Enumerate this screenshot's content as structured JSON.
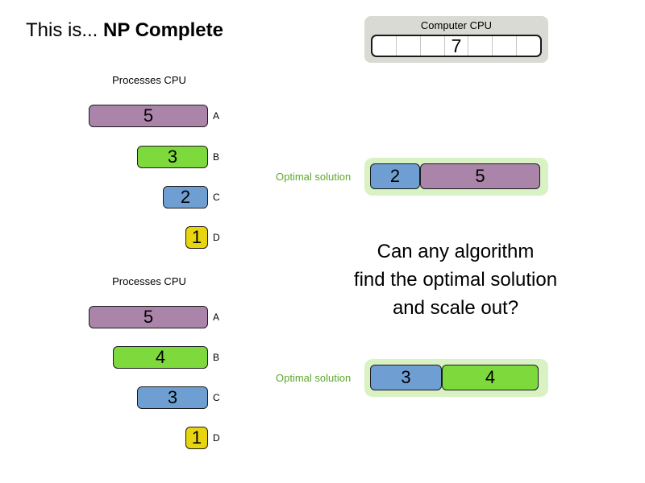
{
  "title": {
    "prefix": "This is... ",
    "emphasis": "NP Complete"
  },
  "computer_cpu": {
    "label": "Computer CPU",
    "capacity_cells": 7,
    "value": "7",
    "value_cell_index": 3
  },
  "process_sets": [
    {
      "label": "Processes CPU",
      "processes": [
        {
          "id": "A",
          "value": "5",
          "units": 5,
          "color": "#ab84a9"
        },
        {
          "id": "B",
          "value": "3",
          "units": 3,
          "color": "#7eda3c"
        },
        {
          "id": "C",
          "value": "2",
          "units": 2,
          "color": "#6f9fd2"
        },
        {
          "id": "D",
          "value": "1",
          "units": 1,
          "color": "#e8d40f"
        }
      ]
    },
    {
      "label": "Processes CPU",
      "processes": [
        {
          "id": "A",
          "value": "5",
          "units": 5,
          "color": "#ab84a9"
        },
        {
          "id": "B",
          "value": "4",
          "units": 4,
          "color": "#7eda3c"
        },
        {
          "id": "C",
          "value": "3",
          "units": 3,
          "color": "#6f9fd2"
        },
        {
          "id": "D",
          "value": "1",
          "units": 1,
          "color": "#e8d40f"
        }
      ]
    }
  ],
  "optimal_solutions": [
    {
      "label": "Optimal solution",
      "segments": [
        {
          "value": "2",
          "units": 2,
          "color": "#6f9fd2"
        },
        {
          "value": "5",
          "units": 5,
          "color": "#ab84a9"
        }
      ]
    },
    {
      "label": "Optimal solution",
      "segments": [
        {
          "value": "3",
          "units": 3,
          "color": "#6f9fd2"
        },
        {
          "value": "4",
          "units": 4,
          "color": "#7eda3c"
        }
      ]
    }
  ],
  "question": {
    "line1": "Can any algorithm",
    "line2": "find the optimal solution",
    "line3": "and scale out?"
  },
  "colors": {
    "process_purple": "#ab84a9",
    "process_green": "#7eda3c",
    "process_blue": "#6f9fd2",
    "process_yellow": "#e8d40f",
    "optimal_tray_green": "#d9f2c4",
    "optimal_label_green": "#5ea82c",
    "cpu_panel_gray": "#d9dad3"
  }
}
